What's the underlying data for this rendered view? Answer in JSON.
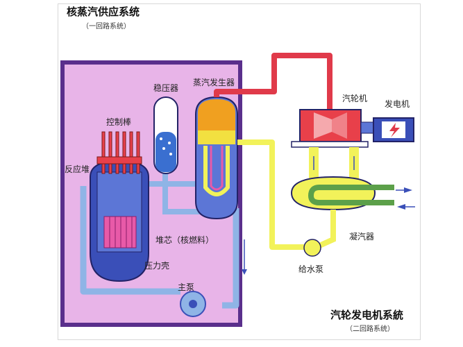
{
  "titles": {
    "top_title": "核蒸汽供应系统",
    "top_subtitle": "（一回路系统）",
    "bottom_title": "汽轮发电机系統",
    "bottom_subtitle": "（二回路系统）"
  },
  "labels": {
    "pressurizer": "稳压器",
    "steam_generator": "蒸汽发生器",
    "control_rods": "控制棒",
    "reactor": "反应堆",
    "core": "堆芯（核燃料）",
    "pressure_vessel": "压力壳",
    "main_pump": "主泵",
    "turbine": "汽轮机",
    "generator": "发电机",
    "condenser": "凝汽器",
    "feedwater_pump": "给水泵"
  },
  "colors": {
    "containment": "#e8b4e8",
    "containment_border": "#5a2f8c",
    "primary_loop": "#8fb4e6",
    "steam_pipe": "#e03a4a",
    "secondary_loop": "#f2f25a",
    "reactor_body": "#3a4fb8",
    "fuel": "#e85aa8",
    "turbine": "#e8404a"
  }
}
